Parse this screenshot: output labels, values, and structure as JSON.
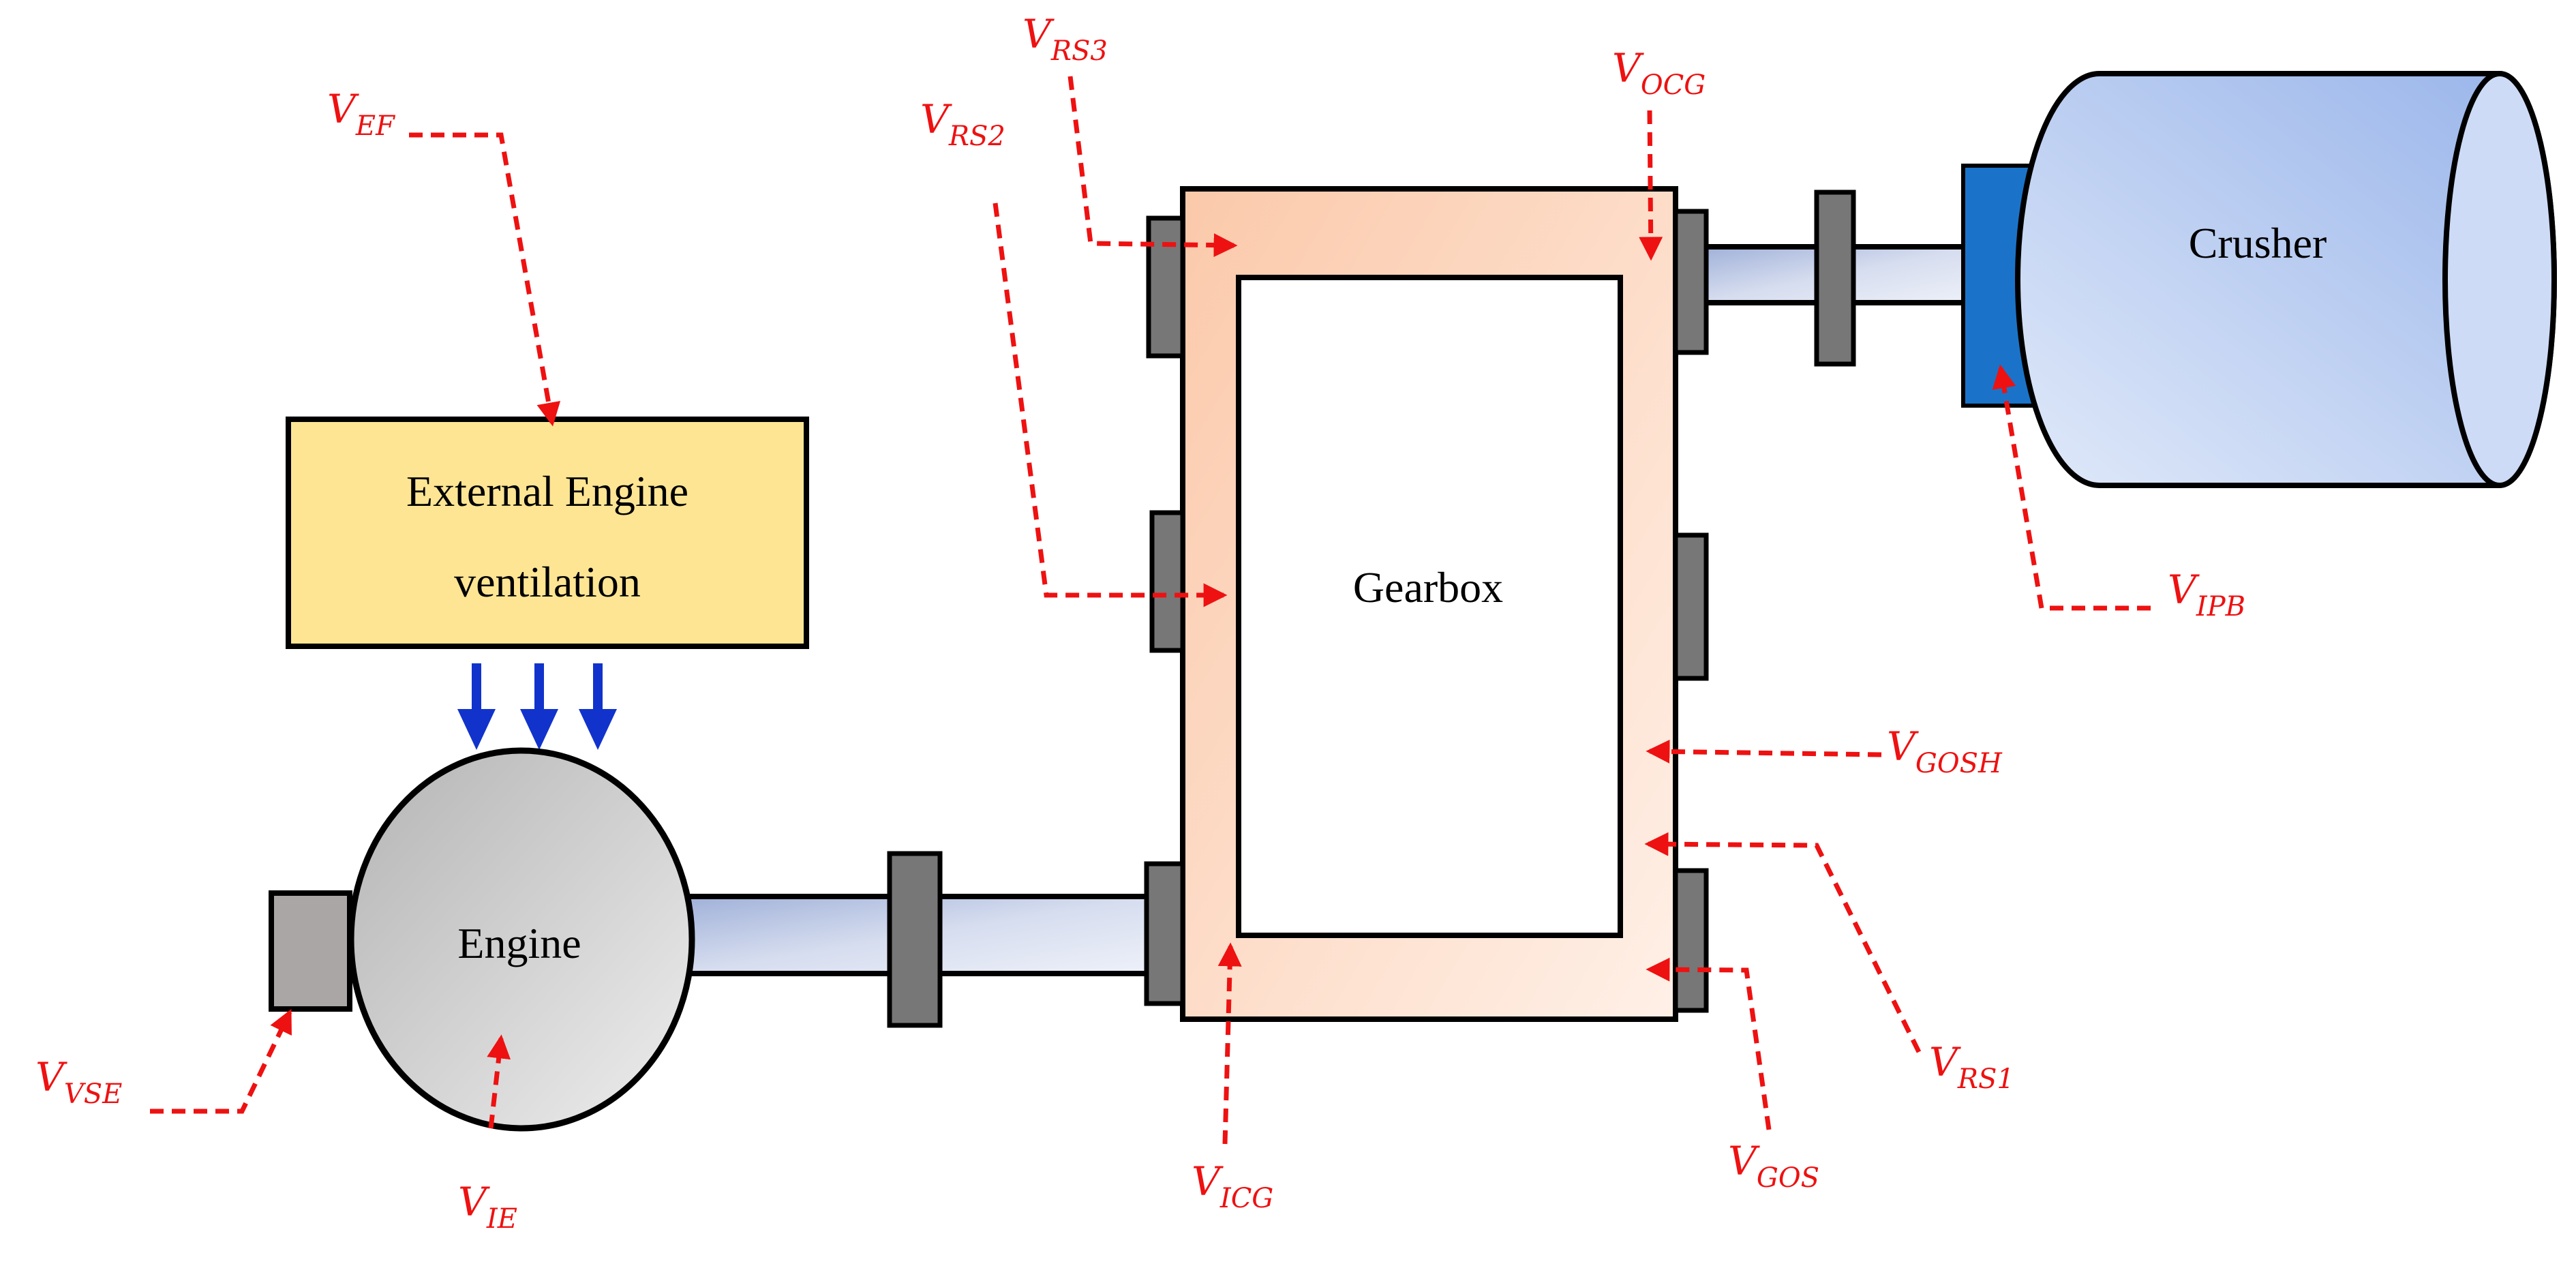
{
  "components": {
    "vent_line1": "External Engine",
    "vent_line2": "ventilation",
    "engine": "Engine",
    "gearbox": "Gearbox",
    "crusher": "Crusher"
  },
  "sensors": {
    "ef": {
      "main": "V",
      "sub": "EF"
    },
    "vse": {
      "main": "V",
      "sub": "VSE"
    },
    "ie": {
      "main": "V",
      "sub": "IE"
    },
    "rs2": {
      "main": "V",
      "sub": "RS2"
    },
    "rs3": {
      "main": "V",
      "sub": "RS3"
    },
    "ocg": {
      "main": "V",
      "sub": "OCG"
    },
    "icg": {
      "main": "V",
      "sub": "ICG"
    },
    "ipb": {
      "main": "V",
      "sub": "IPB"
    },
    "gosh": {
      "main": "V",
      "sub": "GOSH"
    },
    "rs1": {
      "main": "V",
      "sub": "RS1"
    },
    "gos": {
      "main": "V",
      "sub": "GOS"
    }
  },
  "colors": {
    "sensor_red": "#ee1111",
    "airflow_blue": "#1133cc",
    "vent_box": "#fde594",
    "coupling_grey": "#777777",
    "pulley_blue": "#1a73c9"
  }
}
